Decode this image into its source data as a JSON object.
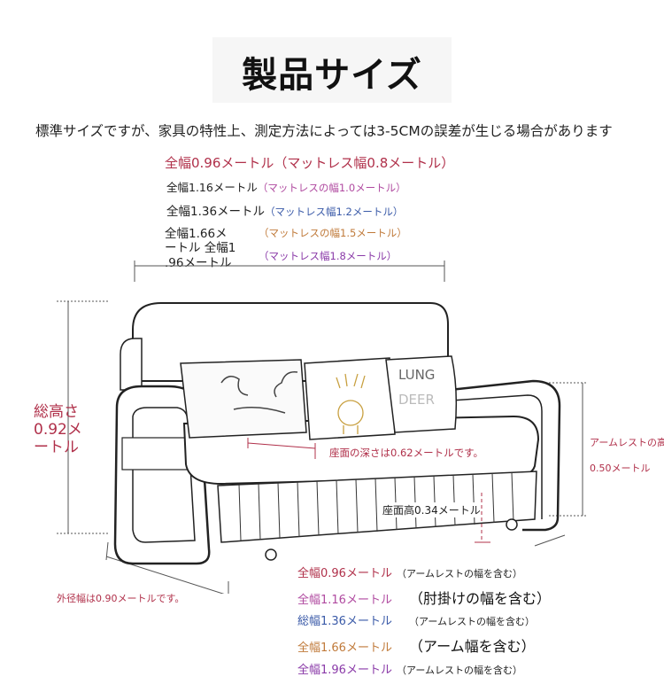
{
  "title": "製品サイズ",
  "note": "標準サイズですが、家具の特性上、測定方法によっては3-5CMの誤差が生じる場合があります",
  "widths_top": [
    {
      "text": "全幅0.96メートル（マットレス幅0.8メートル）"
    },
    {
      "main": "全幅1.16メートル",
      "paren": "（マットレスの幅1.0メートル）"
    },
    {
      "main": "全幅1.36メートル",
      "paren": "（マットレス幅1.2メートル）"
    },
    {
      "main": "全幅1.66メ",
      "main2": "ートル 全幅1",
      "main3": ".96メートル",
      "paren": "（マットレスの幅1.5メートル）",
      "paren2": "（マットレス幅1.8メートル）"
    }
  ],
  "total_height": "総高さ0.92メートル",
  "seat_depth": "座面の深さは0.62メートルです。",
  "seat_height": "座面高0.34メートル",
  "arm_height_label": "アームレストの高",
  "arm_height_value": "0.50メートル",
  "outer_width": "外径幅は0.90メートルです。",
  "bottom_list": [
    {
      "left": "全幅0.96メートル",
      "right": "（アームレストの幅を含む）",
      "big": false,
      "color": "#b0304a"
    },
    {
      "left": "全幅1.16メートル",
      "right": "（肘掛けの幅を含む）",
      "big": true,
      "color": "#b04aa0"
    },
    {
      "left": "総幅1.36メートル",
      "right": "（アームレストの幅を含む）",
      "big": false,
      "color": "#3a5aa8"
    },
    {
      "left": "全幅1.66メートル",
      "right": "（アーム幅を含む）",
      "big": true,
      "color": "#c07a3a"
    },
    {
      "left": "全幅1.96メートル",
      "right": "（アームレストの幅を含む）",
      "big": false,
      "color": "#8a3aa8"
    }
  ],
  "pillow_text": {
    "line1": "LUNG",
    "line2": "DEER"
  }
}
